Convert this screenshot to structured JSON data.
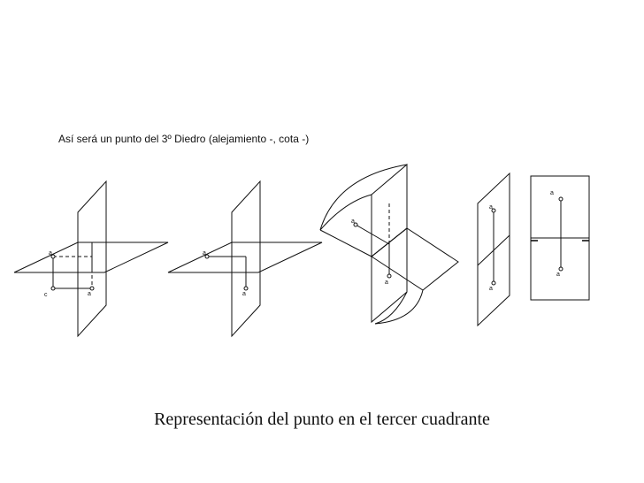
{
  "heading": "Así será un punto del 3º Diedro (alejamiento -, cota -)",
  "caption": "Representación del punto en el tercer cuadrante",
  "labels": {
    "point_c": "c"
  }
}
